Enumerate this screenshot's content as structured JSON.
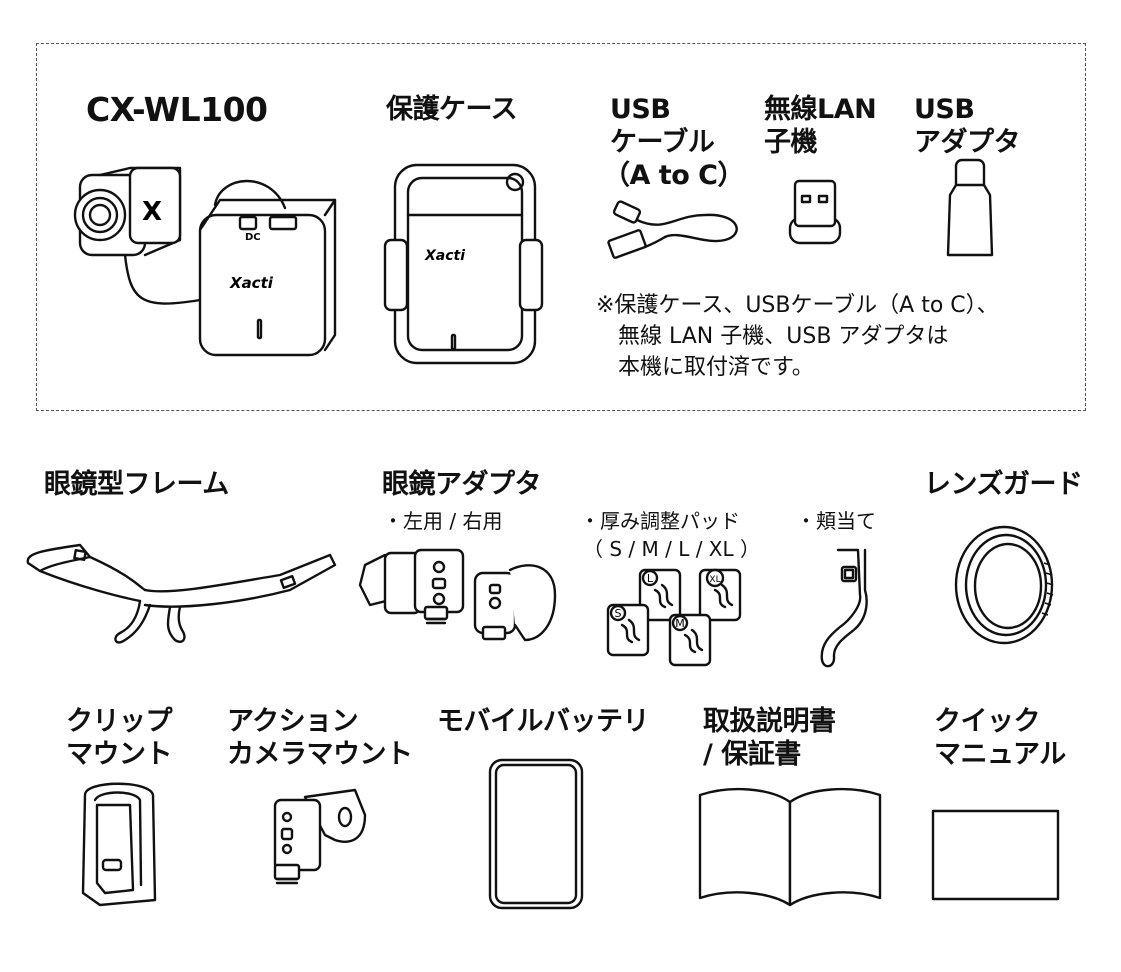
{
  "top_section": {
    "main_unit": {
      "label": "CX-WL100",
      "logo_text": "Xacti",
      "icon": "camera-unit-icon"
    },
    "protective_case": {
      "label": "保護ケース",
      "logo_text": "Xacti",
      "icon": "case-icon"
    },
    "usb_cable": {
      "label_line1": "USB",
      "label_line2": "ケーブル",
      "label_line3": "（A to C）",
      "icon": "usb-cable-icon"
    },
    "wireless_lan": {
      "label_line1": "無線LAN",
      "label_line2": "子機",
      "icon": "wifi-dongle-icon"
    },
    "usb_adapter": {
      "label_line1": "USB",
      "label_line2": "アダプタ",
      "icon": "usb-adapter-icon"
    },
    "note": {
      "line1": "※保護ケース、USBケーブル（A to C）、",
      "line2": "無線 LAN 子機、USB アダプタは",
      "line3": "本機に取付済です。"
    }
  },
  "accessories": {
    "glasses_frame": {
      "label": "眼鏡型フレーム",
      "icon": "glasses-frame-icon"
    },
    "glasses_adapter": {
      "label": "眼鏡アダプタ",
      "sub_left_right": "・左用 / 右用",
      "sub_pads_line1": "・厚み調整パッド",
      "sub_pads_line2": "（ S / M / L / XL ）",
      "sub_cheek": "・頬当て",
      "pad_sizes": [
        "S",
        "L",
        "M",
        "XL"
      ],
      "icon": "glasses-adapter-icon"
    },
    "lens_guard": {
      "label": "レンズガード",
      "icon": "lens-guard-icon"
    },
    "clip_mount": {
      "label_line1": "クリップ",
      "label_line2": "マウント",
      "icon": "clip-mount-icon"
    },
    "action_mount": {
      "label_line1": "アクション",
      "label_line2": "カメラマウント",
      "icon": "action-mount-icon"
    },
    "mobile_battery": {
      "label": "モバイルバッテリ",
      "icon": "battery-icon"
    },
    "manual": {
      "label_line1": "取扱説明書",
      "label_line2": "/ 保証書",
      "icon": "manual-book-icon"
    },
    "quick_manual": {
      "label_line1": "クイック",
      "label_line2": "マニュアル",
      "icon": "quick-manual-icon"
    }
  }
}
